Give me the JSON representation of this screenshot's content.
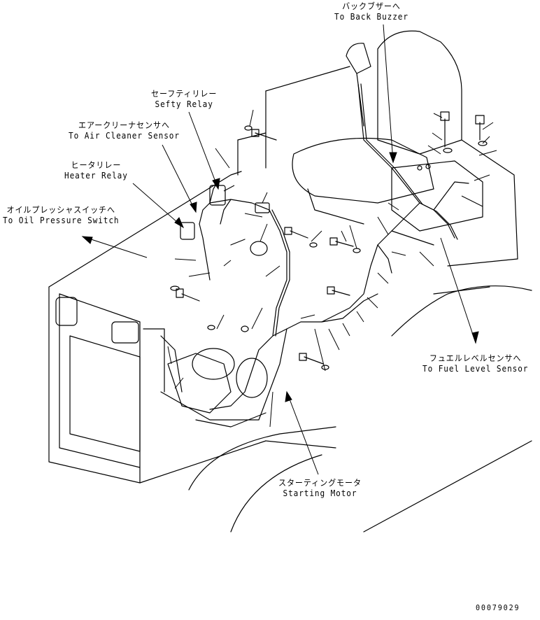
{
  "labels": {
    "back_buzzer": {
      "ja": "バックブザーへ",
      "en": "To Back Buzzer"
    },
    "safety_relay": {
      "ja": "セーフティリレー",
      "en": "Sefty Relay"
    },
    "air_cleaner": {
      "ja": "エアークリーナセンサへ",
      "en": "To Air Cleaner Sensor"
    },
    "heater_relay": {
      "ja": "ヒータリレー",
      "en": "Heater Relay"
    },
    "oil_pressure": {
      "ja": "オイルプレッシャスイッチへ",
      "en": "To Oil Pressure Switch"
    },
    "fuel_level": {
      "ja": "フュエルレベルセンサへ",
      "en": "To Fuel Level Sensor"
    },
    "starting_motor": {
      "ja": "スターティングモータ",
      "en": "Starting Motor"
    }
  },
  "figure_number": "00079029"
}
